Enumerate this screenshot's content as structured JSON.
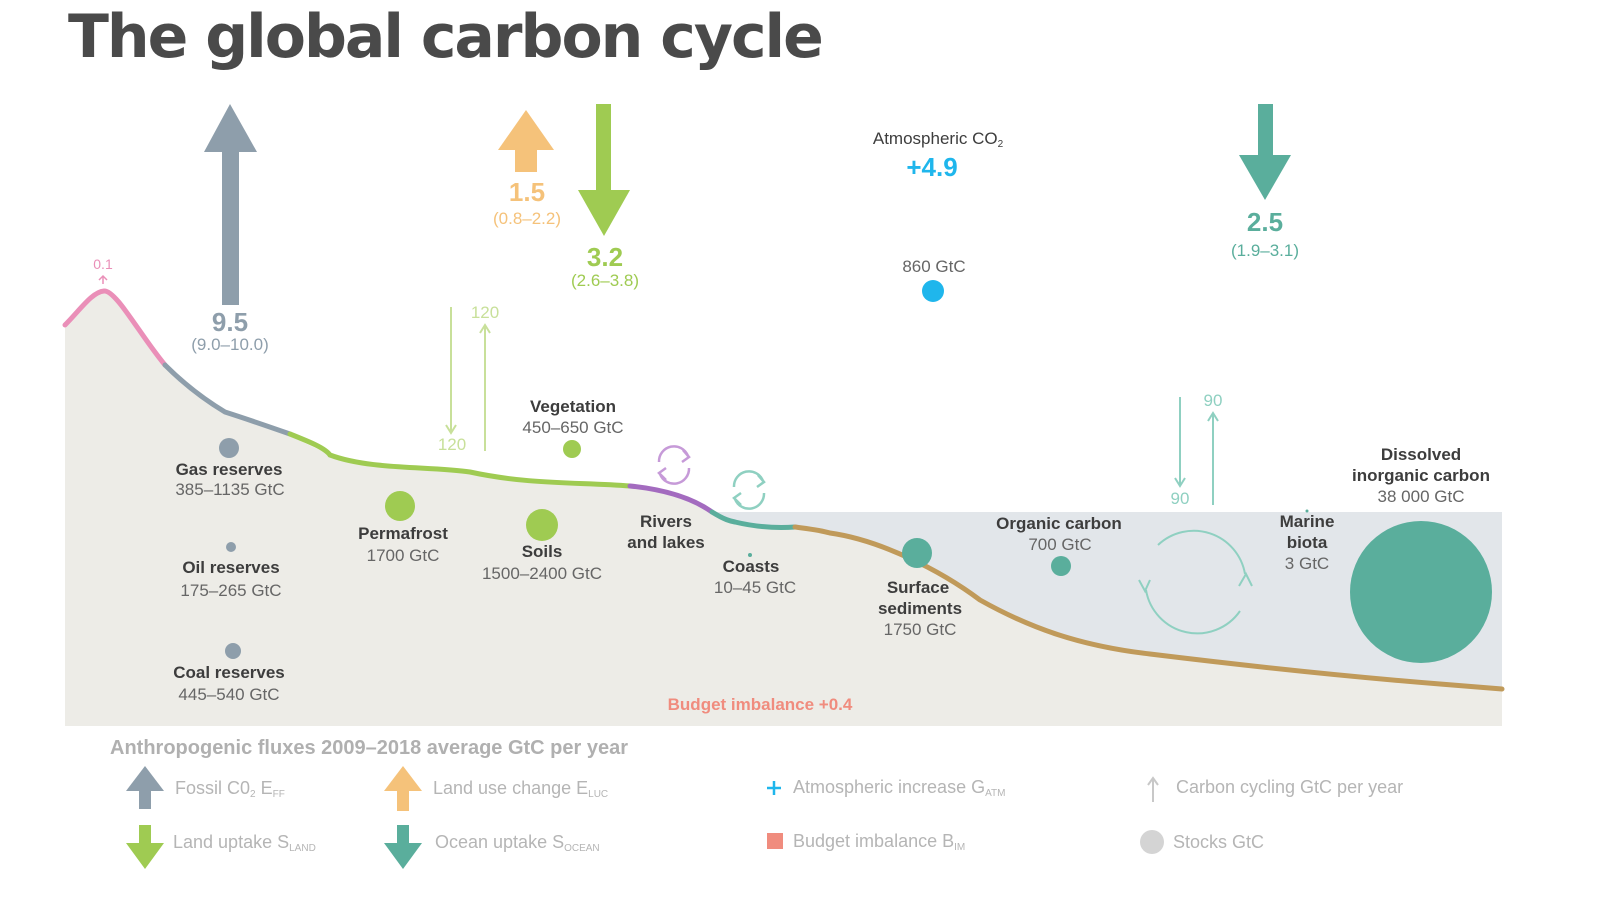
{
  "title": "The global carbon cycle",
  "fluxes": {
    "fossil": {
      "value": "9.5",
      "range": "(9.0–10.0)"
    },
    "land_use": {
      "value": "1.5",
      "range": "(0.8–2.2)"
    },
    "land_uptake": {
      "value": "3.2",
      "range": "(2.6–3.8)"
    },
    "atmospheric_increase": {
      "label": "Atmospheric CO",
      "label_sub": "2",
      "value": "+4.9"
    },
    "ocean_uptake": {
      "value": "2.5",
      "range": "(1.9–3.1)"
    },
    "volcanic": "0.1",
    "budget_imbalance": "Budget imbalance +0.4"
  },
  "cycling": {
    "land_down": "120",
    "land_up": "120",
    "ocean_down": "90",
    "ocean_up": "90"
  },
  "stocks": {
    "atmosphere": "860 GtC",
    "gas": {
      "name": "Gas reserves",
      "value": "385–1135 GtC"
    },
    "oil": {
      "name": "Oil reserves",
      "value": "175–265 GtC"
    },
    "coal": {
      "name": "Coal reserves",
      "value": "445–540 GtC"
    },
    "permafrost": {
      "name": "Permafrost",
      "value": "1700 GtC"
    },
    "vegetation": {
      "name": "Vegetation",
      "value": "450–650 GtC"
    },
    "soils": {
      "name": "Soils",
      "value": "1500–2400 GtC"
    },
    "rivers": {
      "name_line1": "Rivers",
      "name_line2": "and lakes"
    },
    "coasts": {
      "name": "Coasts",
      "value": "10–45 GtC"
    },
    "sediments": {
      "name_line1": "Surface",
      "name_line2": "sediments",
      "value": "1750 GtC"
    },
    "organic": {
      "name": "Organic carbon",
      "value": "700 GtC"
    },
    "marine": {
      "name_line1": "Marine",
      "name_line2": "biota",
      "value": "3 GtC"
    },
    "dissolved": {
      "name_line1": "Dissolved",
      "name_line2": "inorganic carbon",
      "value": "38 000 GtC"
    }
  },
  "legend": {
    "title": "Anthropogenic fluxes 2009–2018 average GtC per year",
    "items": {
      "fossil": {
        "label": "Fossil C0",
        "sub1": "2",
        "mid": " E",
        "sub2": "FF"
      },
      "land_use": {
        "label": "Land use change E",
        "sub": "LUC"
      },
      "atm": {
        "label": "Atmospheric increase G",
        "sub": "ATM"
      },
      "cycling": {
        "label": "Carbon cycling GtC per year"
      },
      "land_uptake": {
        "label": "Land uptake S",
        "sub": "LAND"
      },
      "ocean_uptake": {
        "label": "Ocean uptake S",
        "sub": "OCEAN"
      },
      "budget": {
        "label": "Budget imbalance B",
        "sub": "IM"
      },
      "stocks": {
        "label": "Stocks GtC"
      }
    }
  },
  "colors": {
    "fossil": "#8e9eab",
    "land_use": "#f5c27a",
    "land_uptake": "#9fcb52",
    "ocean": "#5aae9c",
    "atmosphere": "#1fb6ec",
    "budget": "#f08c7e",
    "volcanic": "#ea8fb8",
    "river": "#a36bbf",
    "ground": "#edece7",
    "ocean_fill": "#e2e6ea",
    "sediment": "#c09a5a"
  }
}
